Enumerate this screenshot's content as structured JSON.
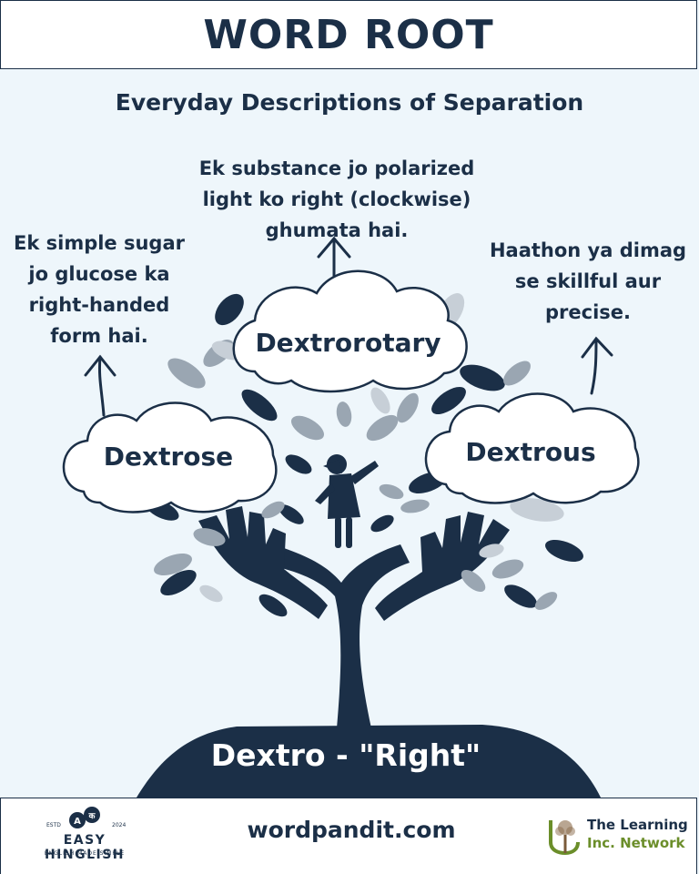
{
  "header": {
    "title": "WORD ROOT"
  },
  "subtitle": "Everyday Descriptions of Separation",
  "descriptions": {
    "top": "Ek substance jo polarized light ko right (clockwise) ghumata hai.",
    "left": "Ek simple sugar jo glucose ka right-handed form hai.",
    "right": "Haathon ya dimag se skillful aur precise."
  },
  "words": {
    "top": "Dextrorotary",
    "left": "Dextrose",
    "right": "Dextrous"
  },
  "root": {
    "label": "Dextro - \"Right\""
  },
  "footer": {
    "site": "wordpandit.com",
    "left_logo": {
      "brand": "EASY HINGLISH",
      "tagline": "ENGLISH MADE SIMPLE",
      "estd": "ESTD",
      "year": "2024",
      "glyph_a": "A",
      "glyph_k": "क"
    },
    "right_logo": {
      "line1": "The Learning",
      "line2": "Inc. Network"
    }
  },
  "colors": {
    "navy": "#1b2f47",
    "grey_leaf": "#9aa6b2",
    "light_leaf": "#c7cfd7",
    "background": "#eef6fb",
    "green": "#6b8e2a"
  }
}
